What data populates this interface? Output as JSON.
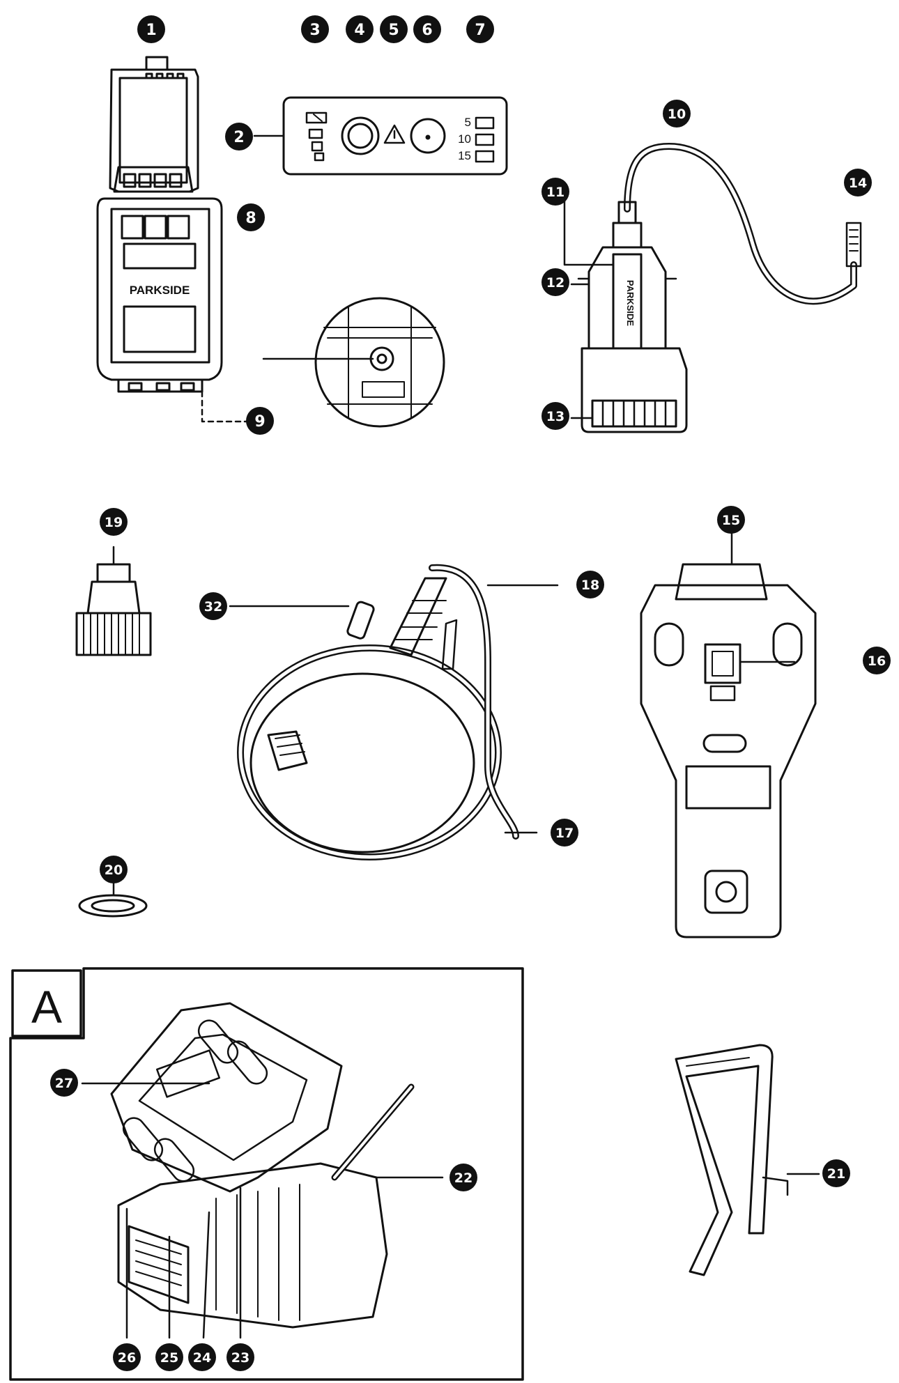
{
  "figure": {
    "section_letter": "A",
    "panel_levels": [
      "5",
      "10",
      "15"
    ],
    "brand_text": "PARKSIDE",
    "callouts": [
      "1",
      "2",
      "3",
      "4",
      "5",
      "6",
      "7",
      "8",
      "9",
      "10",
      "11",
      "12",
      "13",
      "14",
      "15",
      "16",
      "17",
      "18",
      "19",
      "20",
      "21",
      "22",
      "23",
      "24",
      "25",
      "26",
      "27",
      "32"
    ]
  }
}
